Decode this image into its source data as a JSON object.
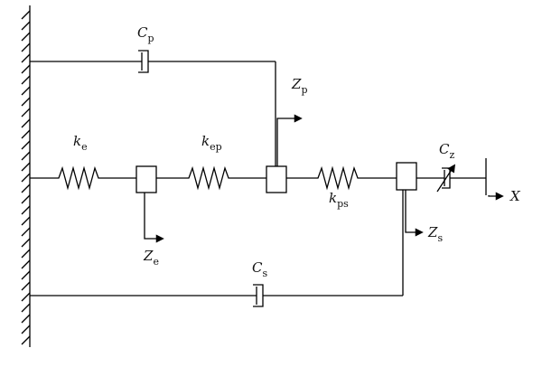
{
  "diagram": {
    "labels": {
      "Cp": {
        "main": "C",
        "sub": "p"
      },
      "Zp": {
        "main": "Z",
        "sub": "p"
      },
      "ke": {
        "main": "k",
        "sub": "e"
      },
      "kep": {
        "main": "k",
        "sub": "ep"
      },
      "kps": {
        "main": "k",
        "sub": "ps"
      },
      "Cz": {
        "main": "C",
        "sub": "z"
      },
      "X": {
        "main": "X",
        "sub": ""
      },
      "Ze": {
        "main": "Z",
        "sub": "e"
      },
      "Zs": {
        "main": "Z",
        "sub": "s"
      },
      "Cs": {
        "main": "C",
        "sub": "s"
      }
    }
  }
}
